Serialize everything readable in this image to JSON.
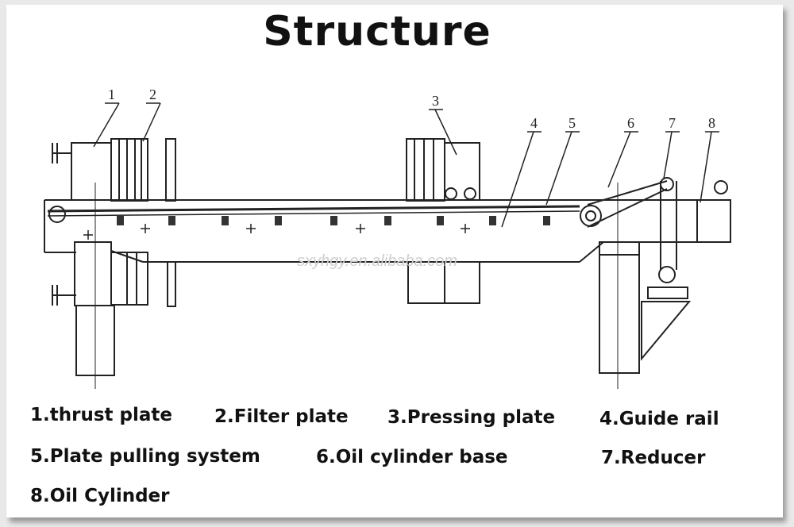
{
  "title": "Structure",
  "callout_numbers": [
    "1",
    "2",
    "3",
    "4",
    "5",
    "6",
    "7",
    "8"
  ],
  "watermark": "sxyhgy.en.alibaba.com",
  "legend": [
    "1.thrust plate",
    "2.Filter plate",
    "3.Pressing plate",
    "4.Guide rail",
    "5.Plate pulling system",
    "6.Oil cylinder base",
    "7.Reducer",
    "8.Oil Cylinder"
  ]
}
